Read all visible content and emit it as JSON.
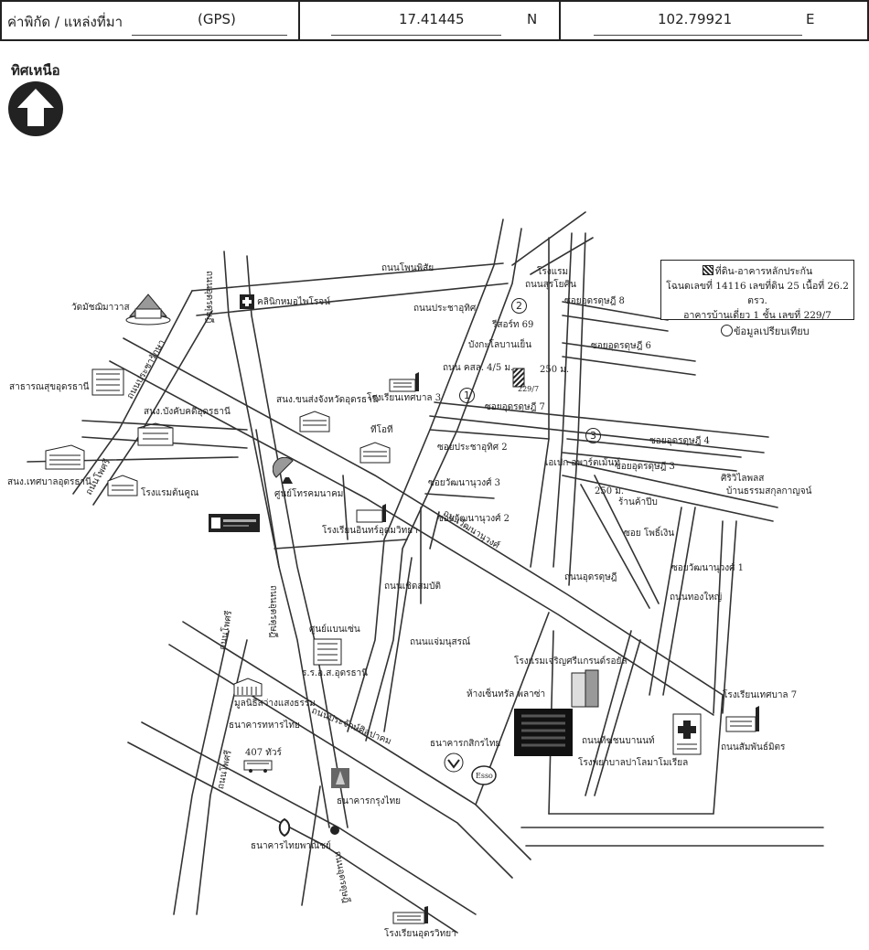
{
  "header": {
    "coord_label": "ค่าพิกัด / แหล่งที่มา",
    "coord_source": "(GPS)",
    "lat_value": "17.41445",
    "lat_dir": "N",
    "lon_value": "102.79921",
    "lon_dir": "E"
  },
  "north": {
    "label": "ทิศเหนือ",
    "icon": "north-arrow-icon"
  },
  "legend": {
    "subject": "ที่ดิน-อาคารหลักประกัน",
    "deed": "โฉนดเลขที่ 14116 เลขที่ดิน 25 เนื้อที่ 26.2 ตรว.",
    "building": "อาคารบ้านเดี่ยว 1 ชั้น เลขที่ 229/7",
    "comparable": "ข้อมูลเปรียบเทียบ"
  },
  "roads": {
    "phosri_north": "ถนนโพนพิสัย",
    "udondutsadi": "ถนนอุดรดุษฎี",
    "pracharaksa": "ถนนประชารักษา",
    "phosri": "ถนนโพศรี",
    "prachaut": "ถนนประชาอุทิศ",
    "wattananuwong": "ถนนวัฒนานุวงศ์",
    "udonkhet": "ถนนอุดรดุษฎี",
    "chaisombat": "ถนนเชิดสมบัติ",
    "chenchusorn": "ถนนแจ่มนุสรณ์",
    "prachaksinlapakhom": "ถนนประจักษ์ศิลปาคม",
    "thepburi": "ถนนทีฆชนบานนท์",
    "thong_yai": "ถนนทองใหญ่",
    "samphanmit": "ถนนสัมพันธ์มิตร",
    "phoaram": "ถนนโพศรี",
    "soi_kh8": "ซอยอุดรดุษฎี 8",
    "soi_kh6": "ซอยอุดรดุษฎี 6",
    "soi_kh7": "ซอยอุดรดุษฎี 7",
    "soi_kh4": "ซอยอุดรดุษฎี 4",
    "soi_kh3": "ซอยอุดรดุษฎี 3",
    "soi_pu2": "ซอยประชาอุทิศ 2",
    "soi_wn3": "ซอยวัฒนานุวงศ์ 3",
    "soi_wn2": "ซอยวัฒนานุวงศ์ 2",
    "soi_wn1": "ซอยวัฒนานุวงศ์ 1",
    "soi_phochern": "ซอย โพธิ์เงิน",
    "kasao": "ถนน คสล. 4/5 ม."
  },
  "places": {
    "wat": "วัดมัชฌิมาวาส",
    "clinic": "คลินิกหมอไพโรจน์",
    "health": "สาธารณสุขอุดรธานี",
    "fire": "สนง.บังคับคดีอุดรธานี",
    "provincial": "สนง.ขนส่งจังหวัดอุดรธานี",
    "school3": "โรงเรียนเทศบาล 3",
    "tot": "ทีโอที",
    "municipal": "สนง.เทศบาลอุดรธานี",
    "hotel_tonkhoon": "โรงแรมต้นคูณ",
    "telecom": "ศูนย์โทรคมนาคม",
    "school_udon_witthaya": "โรงเรียนอินทร์อุดมวิทยา",
    "rooms_hotel": "โรงแรม",
    "rooms_hotel2": "ถนนสุรโยคิน",
    "resort": "รีสอร์ท 69",
    "restaurant": "บังกะโลบานเย็น",
    "eleven": "เอเปก อพาร์ตเม้นท์",
    "sirivilla": "ศิริวิไลพลส",
    "sirivilla2": "บ้านธรรมสกุลกาญจน์",
    "shop_250": "ร้านค้าปีบ",
    "dist_250_a": "250 ม.",
    "dist_250_b": "250 ม.",
    "dist_num": "229/7",
    "community": "ศูนย์แบนเซ่น",
    "kss": "ร.ร.อ.ส.อุดรธานี",
    "museum": "มูลนิธิสว่างแสงธรรม",
    "military_bank": "ธนาคารทหารไทย",
    "tour": "407 ทัวร์",
    "krungthai": "ธนาคารกรุงไทย",
    "thai_panich": "ธนาคารไทยพาณิชย์",
    "kasikorn": "ธนาคารกสิกรไทย",
    "esso": "Esso",
    "central": "ห้างเซ็นทรัล พลาซ่า",
    "charoensri": "โรงแรมเจริญศรีแกรนด์รอยัล",
    "hospital": "โรงพยาบาลปาโลมาโมเรียล",
    "school7": "โรงเรียนเทศบาล 7",
    "udon_witthaya": "โรงเรียนอุดรวิทยา",
    "kbank_label": "ธนาคาร"
  },
  "markers": {
    "m1": "1",
    "m2": "2",
    "m3": "3"
  },
  "colors": {
    "ink": "#222222",
    "road": "#333333",
    "paper": "#ffffff"
  }
}
